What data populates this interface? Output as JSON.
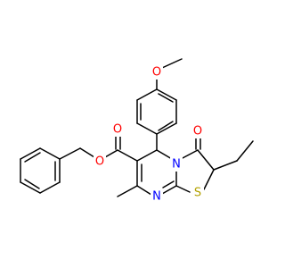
{
  "atoms": [
    {
      "id": "O_methoxy",
      "symbol": "O",
      "color": "#ff0000"
    },
    {
      "id": "O_ester_carbonyl",
      "symbol": "O",
      "color": "#ff0000"
    },
    {
      "id": "O_ester",
      "symbol": "O",
      "color": "#ff0000"
    },
    {
      "id": "O_ketone",
      "symbol": "O",
      "color": "#ff0000"
    },
    {
      "id": "N_ring",
      "symbol": "N",
      "color": "#0000ff"
    },
    {
      "id": "N_imine",
      "symbol": "N",
      "color": "#0000ff"
    },
    {
      "id": "S_thiazole",
      "symbol": "S",
      "color": "#b2a100"
    }
  ],
  "colors": {
    "bond": "#000000",
    "oxygen": "#ff0000",
    "nitrogen": "#0000ff",
    "sulfur": "#b2a100",
    "background": "#ffffff"
  }
}
